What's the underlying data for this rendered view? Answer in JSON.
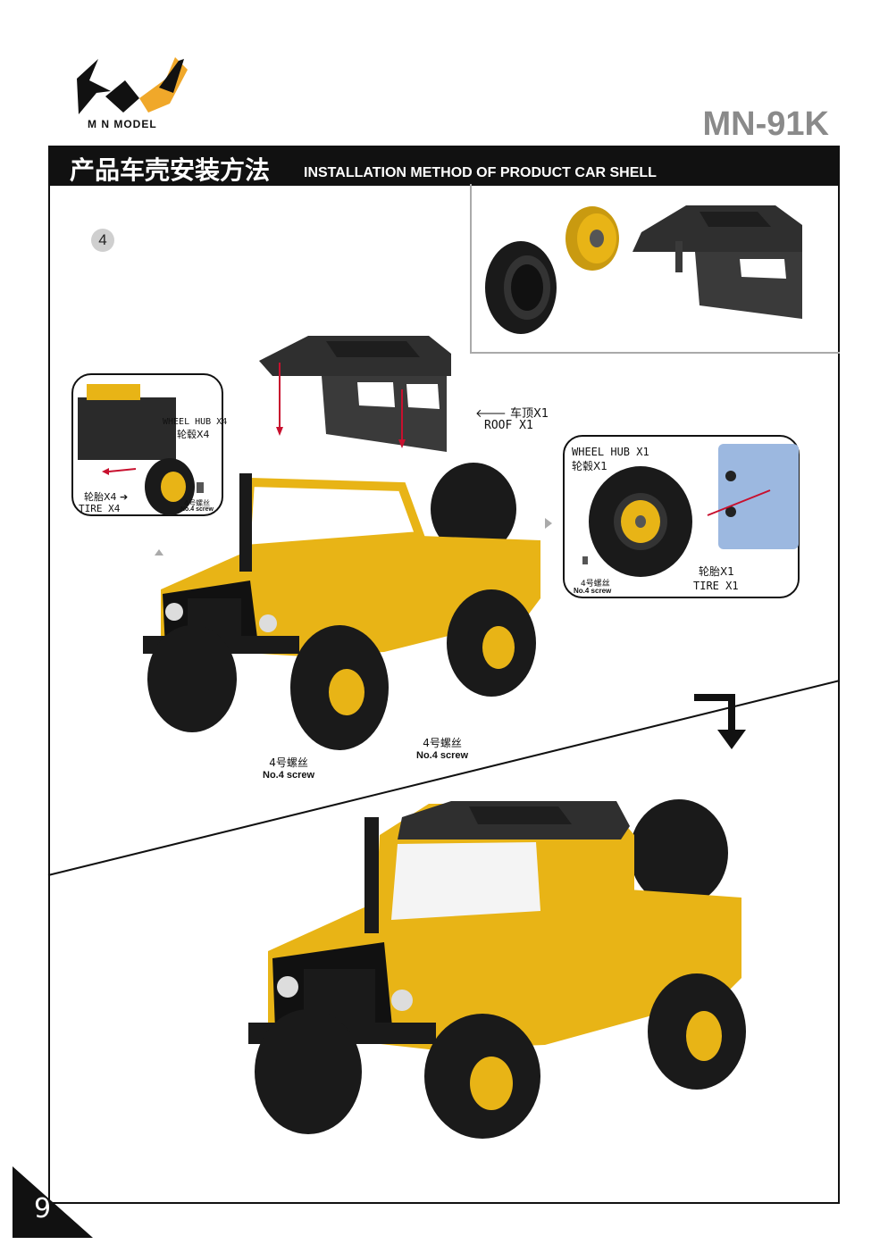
{
  "header": {
    "brand": "M N MODEL",
    "model": "MN-91K",
    "title_cn": "产品车壳安装方法",
    "title_en": "INSTALLATION METHOD OF PRODUCT CAR SHELL"
  },
  "step": {
    "number": "4"
  },
  "left_callout": {
    "wheel_hub": "WHEEL HUB X4",
    "wheel_hub_cn": "轮毂X4",
    "tire_cn": "轮胎X4 ➔",
    "tire": "TIRE X4",
    "screw_cn": "4号螺丝",
    "screw_en": "No.4 screw"
  },
  "roof": {
    "cn": "车顶X1",
    "en": "ROOF X1"
  },
  "right_callout": {
    "wheel_hub": "WHEEL HUB X1",
    "wheel_hub_cn": "轮毂X1",
    "tire_cn": "轮胎X1",
    "tire": "TIRE X1",
    "screw_cn": "4号螺丝",
    "screw_en": "No.4 screw"
  },
  "screw_labels": [
    {
      "cn": "4号螺丝",
      "en": "No.4 screw"
    },
    {
      "cn": "4号螺丝",
      "en": "No.4 screw"
    }
  ],
  "page_number": "9",
  "colors": {
    "body": "#e8b416",
    "roof": "#2e2e2e",
    "tire": "#1a1a1a",
    "accent": "#c8102e"
  }
}
